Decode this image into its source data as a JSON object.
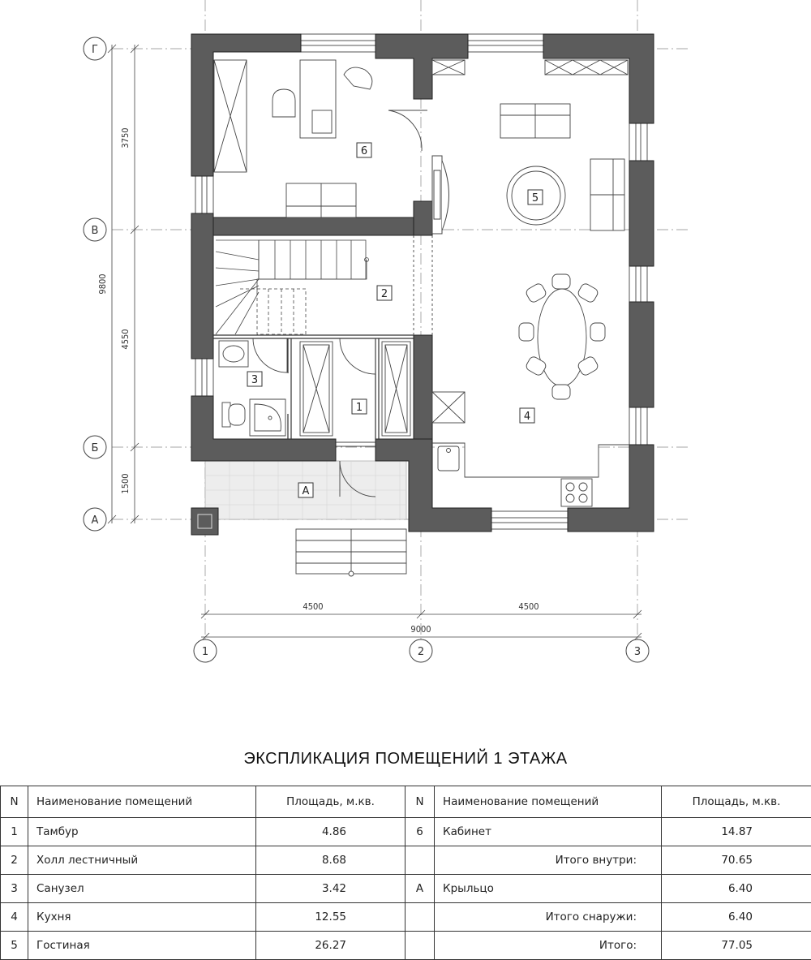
{
  "plan": {
    "axes_letters": [
      "Г",
      "В",
      "Б",
      "А"
    ],
    "axes_numbers": [
      "1",
      "2",
      "3"
    ],
    "dims_vertical": [
      "3750",
      "9800",
      "4550",
      "1500"
    ],
    "dims_horizontal": [
      "4500",
      "4500",
      "9000"
    ],
    "room_tags": [
      "1",
      "2",
      "3",
      "4",
      "5",
      "6",
      "А"
    ]
  },
  "table": {
    "title": "ЭКСПЛИКАЦИЯ ПОМЕЩЕНИЙ 1 ЭТАЖА",
    "headers": {
      "n": "N",
      "name": "Наименование помещений",
      "area": "Площадь, м.кв."
    },
    "left_rows": [
      {
        "n": "1",
        "name": "Тамбур",
        "area": "4.86"
      },
      {
        "n": "2",
        "name": "Холл лестничный",
        "area": "8.68"
      },
      {
        "n": "3",
        "name": "Санузел",
        "area": "3.42"
      },
      {
        "n": "4",
        "name": "Кухня",
        "area": "12.55"
      },
      {
        "n": "5",
        "name": "Гостиная",
        "area": "26.27"
      }
    ],
    "right_rows": [
      {
        "n": "6",
        "name": "Кабинет",
        "area": "14.87",
        "total": false
      },
      {
        "n": "",
        "name": "Итого внутри:",
        "area": "70.65",
        "total": true
      },
      {
        "n": "А",
        "name": "Крыльцо",
        "area": "6.40",
        "total": false
      },
      {
        "n": "",
        "name": "Итого снаружи:",
        "area": "6.40",
        "total": true
      },
      {
        "n": "",
        "name": "Итого:",
        "area": "77.05",
        "total": true
      }
    ]
  }
}
